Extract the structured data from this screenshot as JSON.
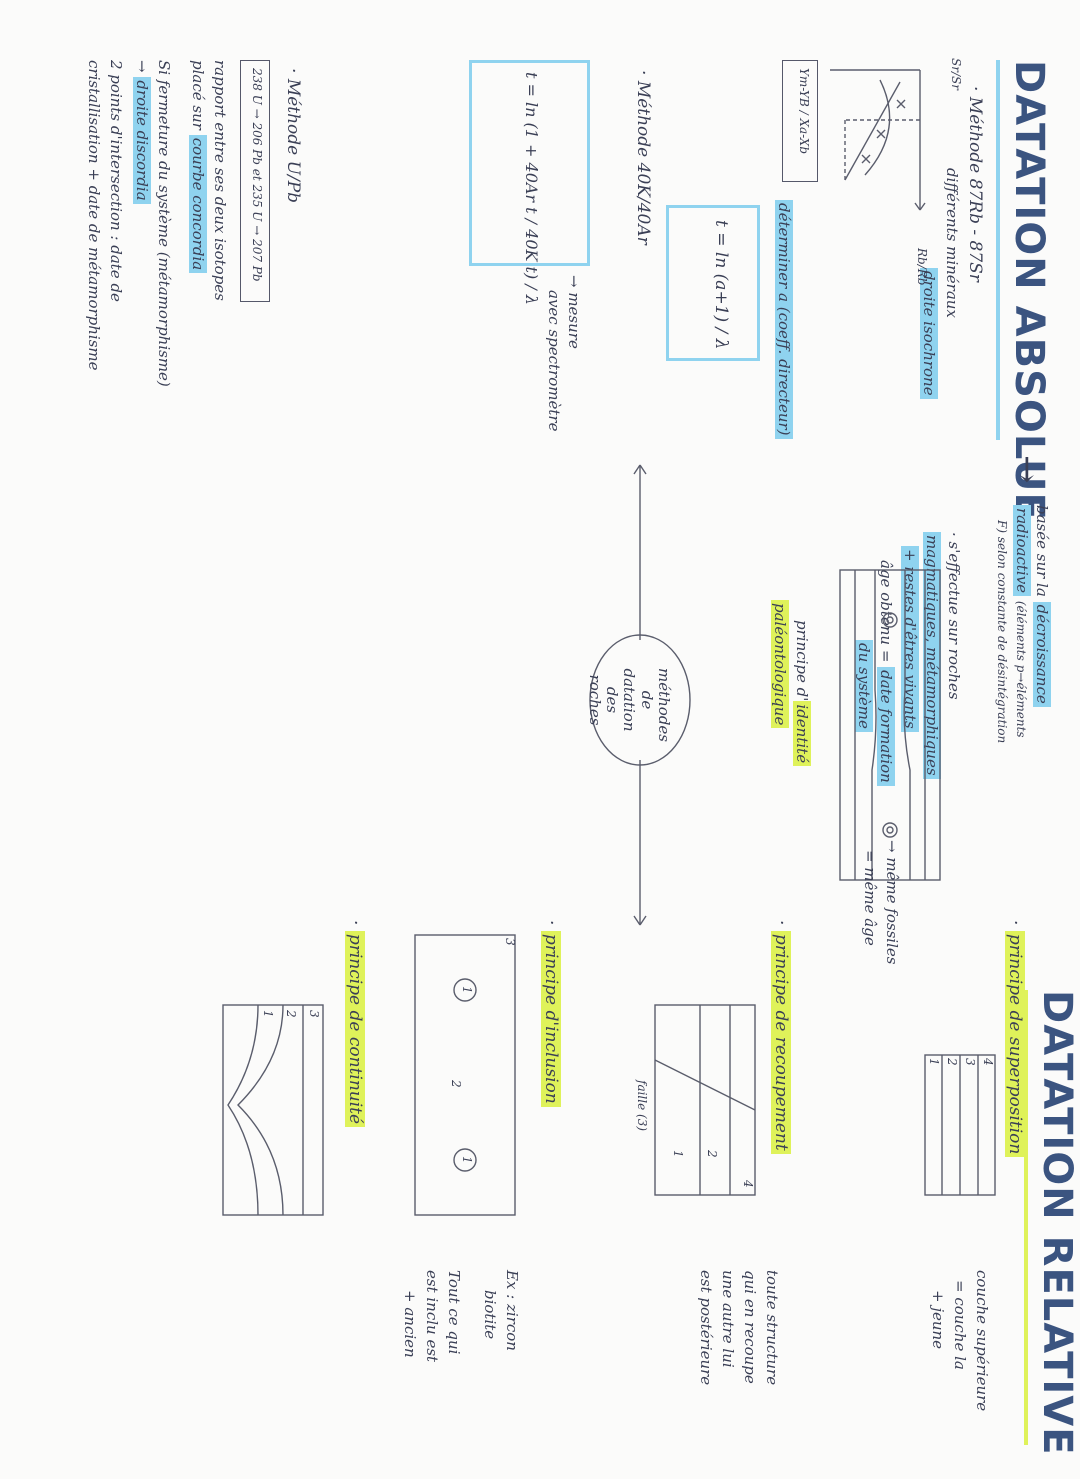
{
  "left": {
    "title": "DATATION ABSOLUE",
    "arrow": "→",
    "basis": {
      "line1_prefix": "basée sur la",
      "line1_hl": "décroissance",
      "line2_hl": "radioactive",
      "line2_rest": "(éléments p→éléments",
      "line3": "F) selon constante de désintégration"
    },
    "rb_method": {
      "bullet": "·",
      "title": "Méthode 87Rb - 87Sr",
      "diff": "différents minéraux",
      "isochrone": "droite isochrone",
      "formula_slope": "Ym-YB / Xa-Xb",
      "coeff": "déterminer a (coeff. directeur)",
      "formula": "t = ln (a+1) / λ",
      "axis_y": "Sr/Sr",
      "axis_x": "Rb/Rb"
    },
    "rocks": {
      "line1": "· s'effectue sur roches",
      "line2": "magmatiques, métamorphiques",
      "line3": "+ restes d'êtres vivants",
      "line4_prefix": "âge obtenu =",
      "line4_hl": "date formation",
      "line5": "du système"
    },
    "k_method": {
      "bullet": "·",
      "title": "Méthode 40K/40Ar",
      "formula": "t = ln (1 + 40Ar t / 40K t) / λ",
      "measure1": "→ mesure",
      "measure2": "avec spectromètre"
    },
    "u_method": {
      "bullet": "·",
      "title": "Méthode U/Pb",
      "decay": "238 U → 206 Pb  et  235 U → 207 Pb",
      "ratio1": "rapport entre ses deux isotopes",
      "ratio2_prefix": "placé sur",
      "ratio2_hl": "courbe concordia",
      "closed": "Si fermeture du système (métamorphisme)",
      "discordia_arrow": "→",
      "discordia_hl": "droite discordia",
      "points1": "2 points d'intersection : date de",
      "points2": "cristallisation + date de métamorphisme"
    },
    "center": {
      "oval": "méthodes de datation des roches",
      "identity_prefix": "principe d'",
      "identity_hl": "identité",
      "paleo_hl": "paléontologique",
      "fossils1": "→ même fossiles",
      "fossils2": "= même âge"
    }
  },
  "right": {
    "title": "DATATION RELATIVE",
    "superposition": {
      "bullet": "·",
      "title_hl": "principe de superposition",
      "note1": "couche supérieure",
      "note2": "= couche la",
      "note3": "+ jeune",
      "layers": [
        "4",
        "3",
        "2",
        "1"
      ]
    },
    "recoupement": {
      "bullet": "·",
      "title_hl": "principe de recoupement",
      "note1": "toute structure",
      "note2": "qui en recoupe",
      "note3": "une autre lui",
      "note4": "est postérieure",
      "fault": "faille (3)",
      "labels": [
        "4",
        "2",
        "1"
      ]
    },
    "inclusion": {
      "bullet": "·",
      "title_hl": "principe d'inclusion",
      "note1": "Ex : zircon",
      "note2": "biotite",
      "note3": "Tout ce qui",
      "note4": "est inclu est",
      "note5": "+ ancien",
      "labels": [
        "3",
        "1",
        "2",
        "1"
      ]
    },
    "continuity": {
      "bullet": "·",
      "title_hl": "principe de continuité",
      "labels": [
        "3",
        "2",
        "1"
      ]
    }
  },
  "colors": {
    "blue_highlight": "#8fd3ef",
    "green_highlight": "#dff25a",
    "ink": "#3a3f55"
  }
}
